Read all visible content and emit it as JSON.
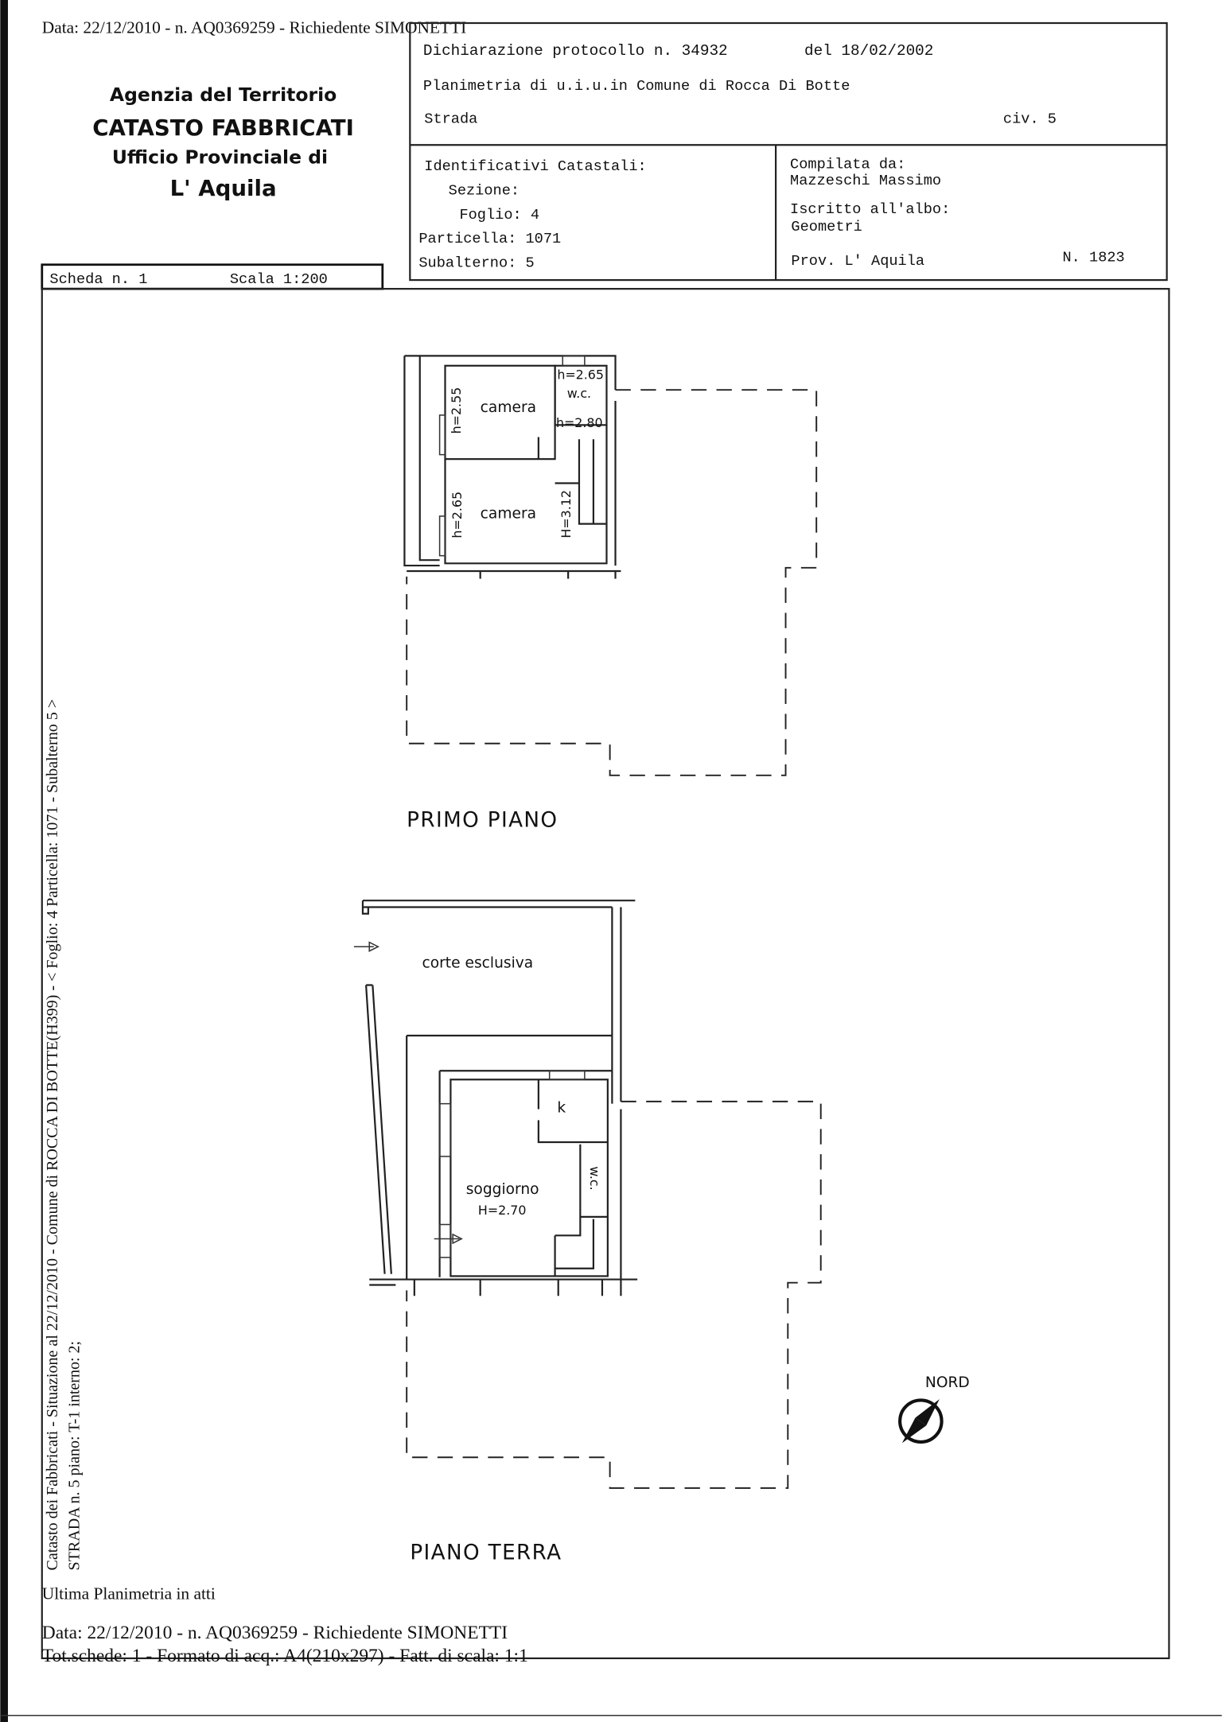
{
  "header": {
    "request_line": "Data: 22/12/2010 - n. AQ0369259 - Richiedente SIMONETTI"
  },
  "agency": {
    "line1": "Agenzia del Territorio",
    "line2": "CATASTO FABBRICATI",
    "line3": "Ufficio Provinciale di",
    "line4": "L' Aquila"
  },
  "scheda": {
    "scheda": "Scheda n. 1",
    "scala": "Scala 1:200"
  },
  "declaration": {
    "protocol": "Dichiarazione protocollo n. 34932",
    "date": "del 18/02/2002",
    "planimetria": "Planimetria di u.i.u.in Comune di Rocca Di Botte",
    "strada": "Strada",
    "civico": "civ. 5"
  },
  "identifiers": {
    "title": "Identificativi Catastali:",
    "sezione": "Sezione:",
    "foglio": "Foglio: 4",
    "particella": "Particella: 1071",
    "subalterno": "Subalterno: 5"
  },
  "compiler": {
    "title": "Compilata da:",
    "name": "Mazzeschi Massimo",
    "albo_label": "Iscritto all'albo:",
    "albo": "Geometri",
    "prov": "Prov. L' Aquila",
    "number": "N. 1823"
  },
  "side_text": {
    "line1": "Catasto dei Fabbricati - Situazione al 22/12/2010 - Comune di ROCCA DI BOTTE(H399) - < Foglio: 4 Particella: 1071 - Subalterno 5 >",
    "line2": "STRADA n. 5 piano: T-1 interno: 2;"
  },
  "plan_upper": {
    "title": "PRIMO PIANO",
    "room1": "camera",
    "room2": "camera",
    "wc": "w.c.",
    "h1": "h=2.55",
    "h2": "h=2.65",
    "h_wc": "h=2.65",
    "h_wc2": "h=2.80",
    "h_big": "H=3.12"
  },
  "plan_lower": {
    "title": "PIANO TERRA",
    "corte": "corte esclusiva",
    "kitchen": "k",
    "living": "soggiorno",
    "living_h": "H=2.70",
    "wc": "w.c."
  },
  "north": {
    "label": "NORD"
  },
  "footer": {
    "status": "Ultima Planimetria in atti",
    "request_line": "Data: 22/12/2010 - n. AQ0369259 - Richiedente SIMONETTI",
    "totals": "Tot.schede: 1 - Formato di acq.: A4(210x297) - Fatt. di scala: 1:1"
  }
}
